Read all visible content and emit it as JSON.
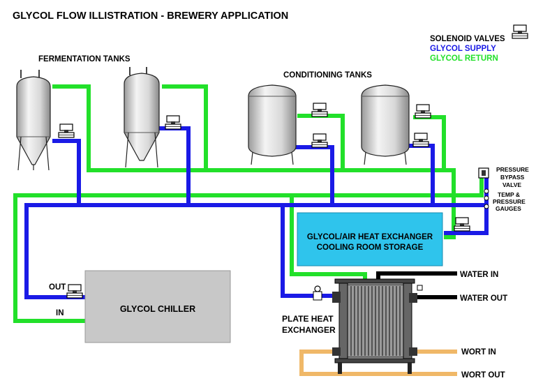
{
  "title": "GLYCOL FLOW ILLISTRATION - BREWERY APPLICATION",
  "legend": {
    "solenoid": "SOLENOID VALVES",
    "supply": "GLYCOL SUPPLY",
    "return": "GLYCOL RETURN"
  },
  "labels": {
    "fermentation": "FERMENTATION TANKS",
    "conditioning": "CONDITIONING TANKS",
    "pressure_line1": "PRESSURE",
    "pressure_line2": "BYPASS",
    "pressure_line3": "VALVE",
    "gauge_line1": "TEMP &",
    "gauge_line2": "PRESSURE",
    "gauge_line3": "GAUGES",
    "hx_line1": "GLYCOL/AIR HEAT EXCHANGER",
    "hx_line2": "COOLING ROOM STORAGE",
    "chiller": "GLYCOL CHILLER",
    "out": "OUT",
    "in": "IN",
    "plate_line1": "PLATE HEAT",
    "plate_line2": "EXCHANGER",
    "water_in": "WATER IN",
    "water_out": "WATER OUT",
    "wort_in": "WORT IN",
    "wort_out": "WORT OUT"
  },
  "colors": {
    "supply": "#1a1ae6",
    "return": "#22e02a",
    "water": "#000000",
    "wort": "#f0b868",
    "hx_box": "#2fc4ec",
    "chiller": "#c8c8c8"
  }
}
